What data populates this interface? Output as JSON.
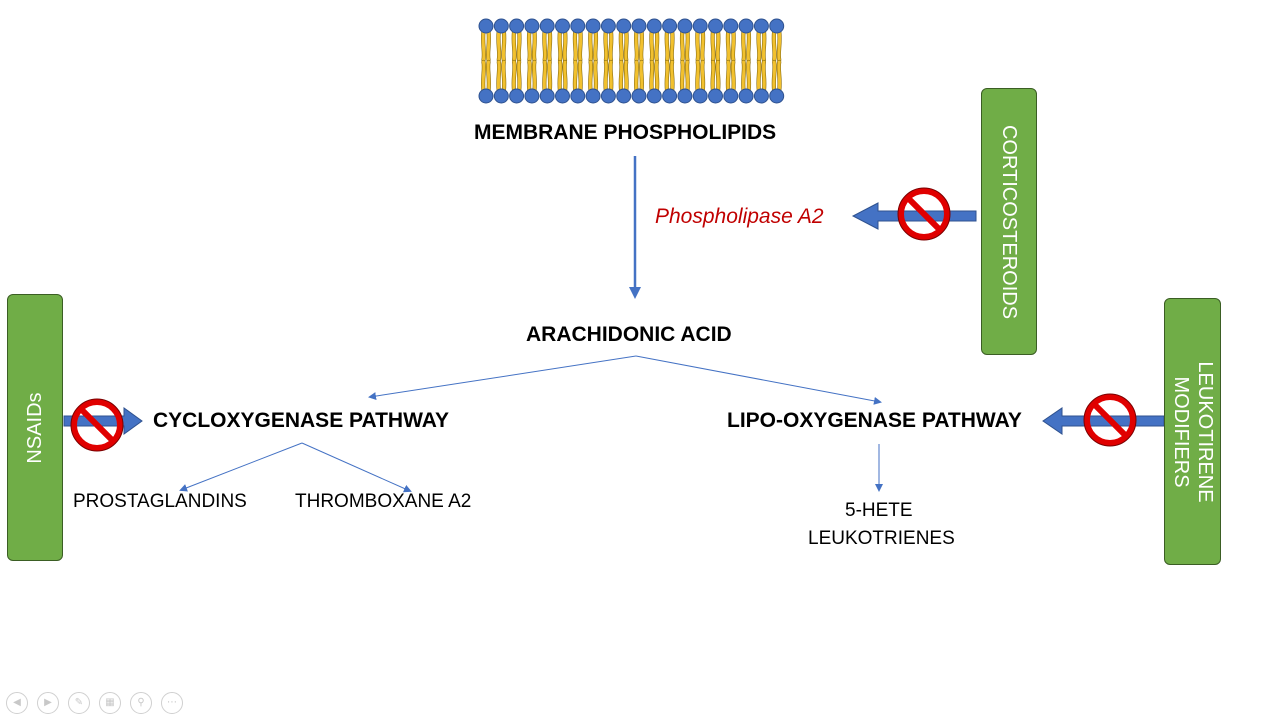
{
  "diagram": {
    "membrane_label": "MEMBRANE PHOSPHOLIPIDS",
    "enzyme_label": "Phospholipase A2",
    "arachidonic_label": "ARACHIDONIC ACID",
    "cox_label": "CYCLOXYGENASE PATHWAY",
    "lox_label": "LIPO-OXYGENASE PATHWAY",
    "prostaglandins_label": "PROSTAGLANDINS",
    "thromboxane_label": "THROMBOXANE A2",
    "hete_label": "5-HETE",
    "leukotrienes_label": "LEUKOTRIENES"
  },
  "inhibitors": {
    "corticosteroids": "CORTICOSTEROIDS",
    "nsaids": "NSAIDs",
    "leukotriene_modifiers": "LEUKOTIRENE\nMODIFIERS"
  },
  "colors": {
    "arrow_blue": "#4472c4",
    "box_green": "#70ad47",
    "inhibit_red": "#e00000",
    "enzyme_red": "#c00000",
    "lipid_head": "#4472c4",
    "lipid_tail": "#f2c12e"
  },
  "icons": {
    "prohibited": "no-entry-sign-icon",
    "nav": [
      "previous-icon",
      "next-icon",
      "pen-icon",
      "slides-icon",
      "zoom-icon",
      "more-icon"
    ]
  }
}
